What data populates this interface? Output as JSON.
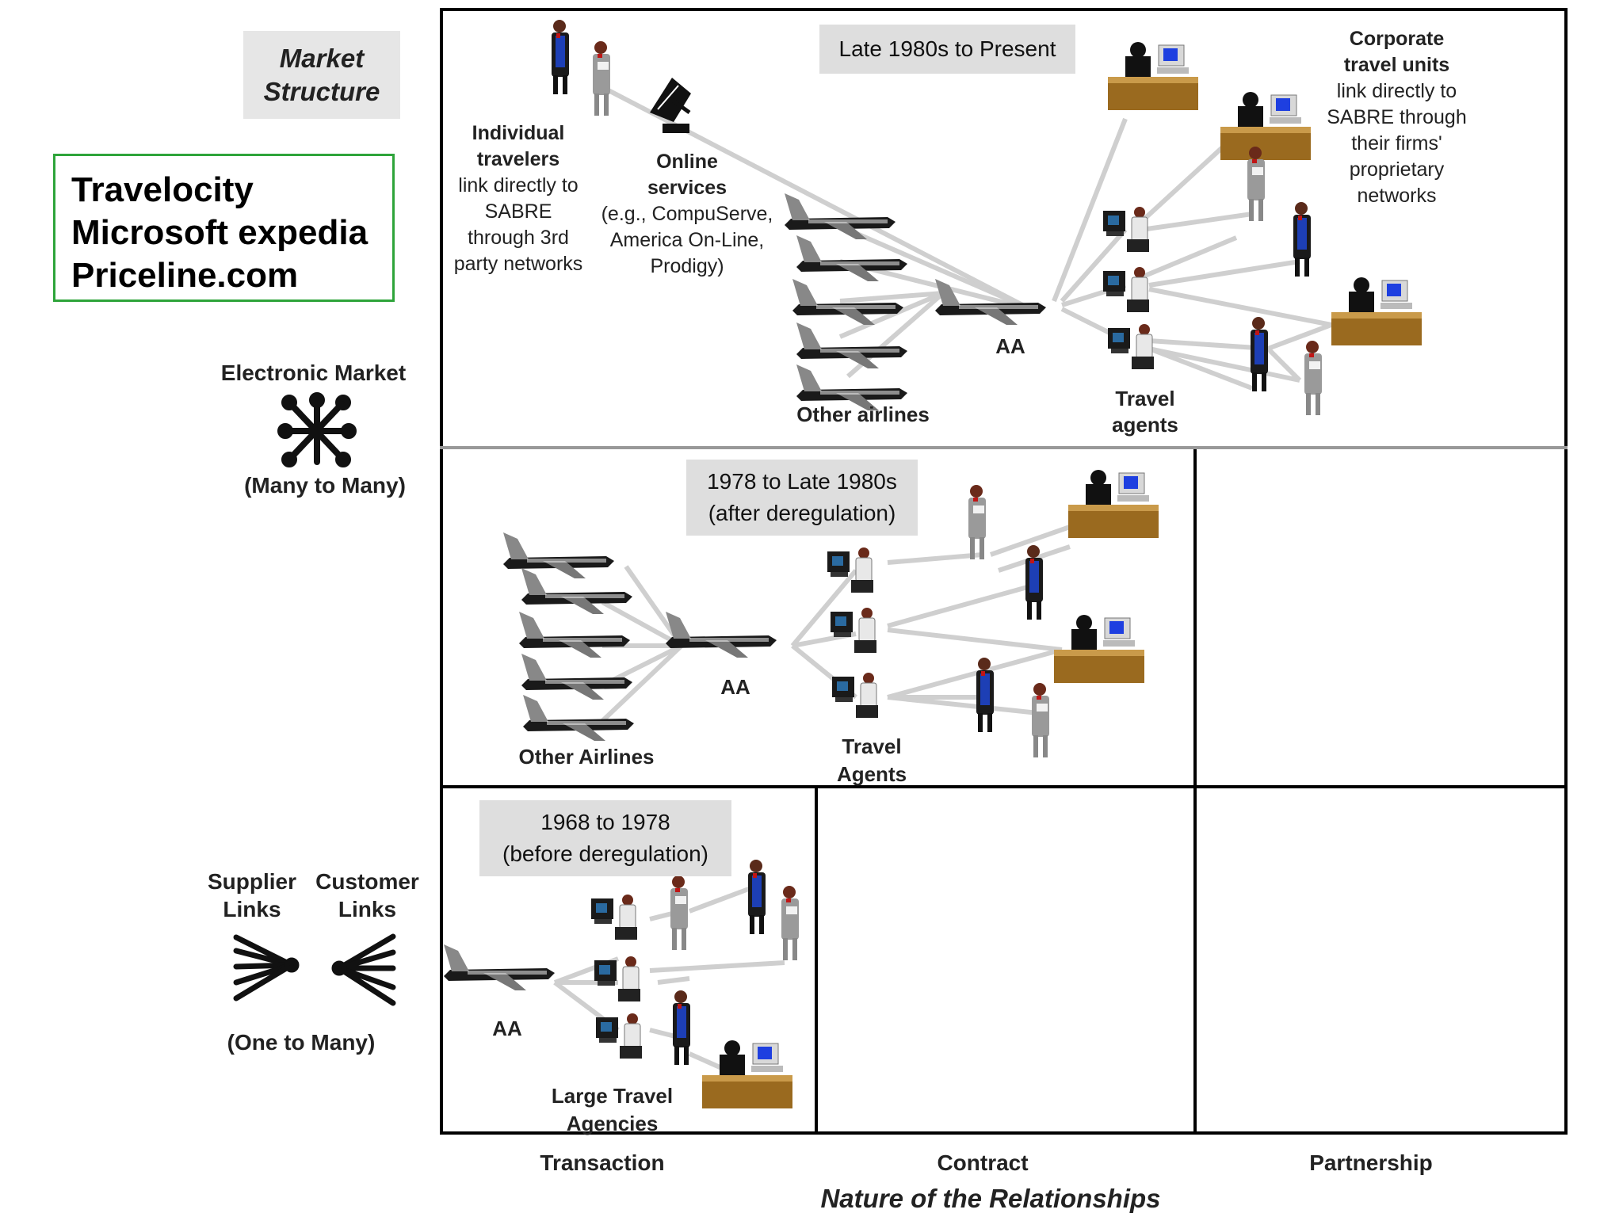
{
  "market_structure": {
    "line1": "Market",
    "line2": "Structure"
  },
  "companies": [
    "Travelocity",
    "Microsoft expedia",
    "Priceline.com"
  ],
  "electronic_market": {
    "title": "Electronic Market",
    "subtitle": "(Many to Many)"
  },
  "links": {
    "supplier_line1": "Supplier",
    "supplier_line2": "Links",
    "customer_line1": "Customer",
    "customer_line2": "Links",
    "subtitle": "(One to Many)"
  },
  "eras": {
    "top": {
      "label": "Late 1980s to Present"
    },
    "middle": {
      "line1": "1978 to Late 1980s",
      "line2": "(after deregulation)"
    },
    "bottom": {
      "line1": "1968 to 1978",
      "line2": "(before deregulation)"
    }
  },
  "top_panel": {
    "individual_title1": "Individual",
    "individual_title2": "travelers",
    "individual_desc": [
      "link directly to",
      "SABRE",
      "through 3rd",
      "party networks"
    ],
    "online_title1": "Online",
    "online_title2": "services",
    "online_desc": [
      "(e.g., CompuServe,",
      "America On-Line,",
      "Prodigy)"
    ],
    "corporate_title1": "Corporate",
    "corporate_title2": "travel units",
    "corporate_desc": [
      "link directly to",
      "SABRE  through",
      "their firms'",
      "proprietary",
      "networks"
    ],
    "aa": "AA",
    "other_airlines": "Other airlines",
    "travel_agents1": "Travel",
    "travel_agents2": "agents"
  },
  "middle_panel": {
    "aa": "AA",
    "other_airlines": "Other Airlines",
    "travel_agents1": "Travel",
    "travel_agents2": "Agents"
  },
  "bottom_panel": {
    "aa": "AA",
    "large1": "Large Travel",
    "large2": "Agencies"
  },
  "x_axis": {
    "categories": [
      "Transaction",
      "Contract",
      "Partnership"
    ],
    "title": "Nature of the Relationships"
  }
}
